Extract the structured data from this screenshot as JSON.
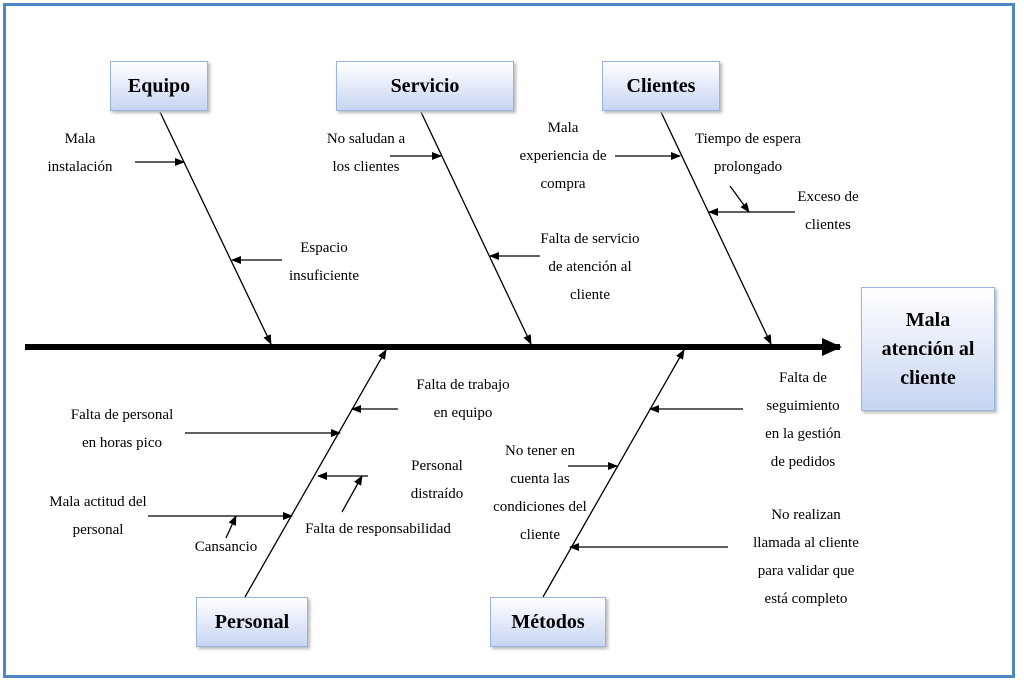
{
  "categories": {
    "equipo": "Equipo",
    "servicio": "Servicio",
    "clientes": "Clientes",
    "personal": "Personal",
    "metodos": "Métodos"
  },
  "effect": {
    "line1": "Mala",
    "line2": "atención al",
    "line3": "cliente"
  },
  "causes": {
    "equipo": {
      "mala_instalacion": [
        "Mala",
        "instalación"
      ],
      "espacio_insuficiente": [
        "Espacio",
        "insuficiente"
      ]
    },
    "servicio": {
      "no_saludan": [
        "No saludan a",
        "los clientes"
      ],
      "falta_servicio": [
        "Falta de servicio",
        "de atención al",
        "cliente"
      ]
    },
    "clientes": {
      "mala_experiencia": [
        "Mala",
        "experiencia de",
        "compra"
      ],
      "tiempo_espera": [
        "Tiempo de espera",
        "prolongado"
      ],
      "exceso_clientes": [
        "Exceso de",
        "clientes"
      ]
    },
    "personal": {
      "falta_trabajo_equipo": [
        "Falta de trabajo",
        "en equipo"
      ],
      "falta_personal": [
        "Falta de personal",
        "en horas pico"
      ],
      "personal_distraido": [
        "Personal",
        "distraído"
      ],
      "mala_actitud": [
        "Mala actitud del",
        "personal"
      ],
      "falta_responsabilidad": "Falta de responsabilidad",
      "cansancio": "Cansancio"
    },
    "metodos": {
      "falta_seguimiento": [
        "Falta de",
        "seguimiento",
        "en la gestión",
        "de pedidos"
      ],
      "no_tener_cuenta": [
        "No tener en",
        "cuenta las",
        "condiciones del",
        "cliente"
      ],
      "no_realizan_llamada": [
        "No realizan",
        "llamada al cliente",
        "para validar que",
        "está completo"
      ]
    }
  }
}
